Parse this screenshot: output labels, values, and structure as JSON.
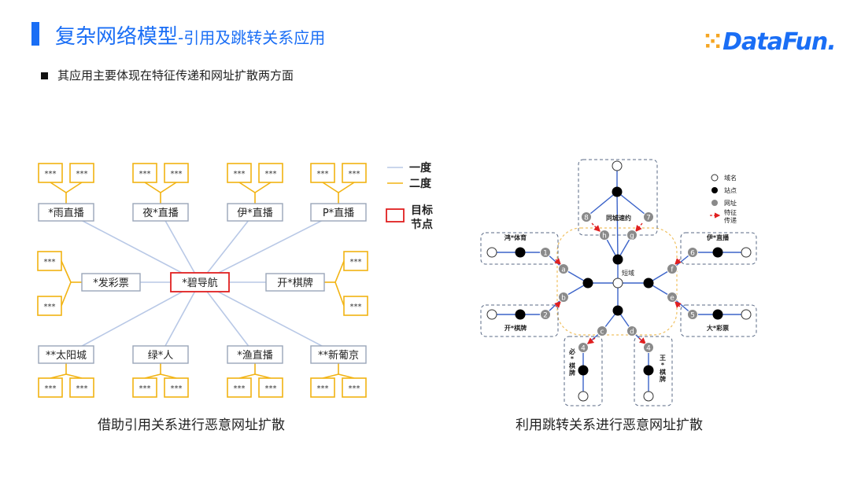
{
  "header": {
    "title_main": "复杂网络模型",
    "title_sub": "-引用及跳转关系应用",
    "logo": "DataFun.",
    "bullet": "其应用主要体现在特征传递和网址扩散两方面"
  },
  "left_diagram": {
    "caption": "借助引用关系进行恶意网址扩散",
    "legend": {
      "first_degree": "一度",
      "second_degree": "二度",
      "target_line1": "目标",
      "target_line2": "节点"
    },
    "center": "*碧导航",
    "first_degree_nodes": [
      "*雨直播",
      "夜*直播",
      "伊*直播",
      "P*直播",
      "*发彩票",
      "开*棋牌",
      "**太阳城",
      "绿*人",
      "*渔直播",
      "**新葡京"
    ],
    "leaf_label": "***",
    "colors": {
      "first": "#b8c8e6",
      "second": "#f2b312",
      "target": "#e02020",
      "box": "#9aa6b8"
    }
  },
  "right_diagram": {
    "caption": "利用跳转关系进行恶意网址扩散",
    "center_label": "短域",
    "legend": {
      "domain": "域名",
      "site": "站点",
      "url": "网址",
      "feature_line1": "特征",
      "feature_line2": "传递"
    },
    "clusters": [
      "同城速约",
      "鸿*体育",
      "伊*直播",
      "开*棋牌",
      "大*彩票",
      "必*棋牌",
      "王*棋牌"
    ],
    "node_letters": [
      "h",
      "g",
      "a",
      "b",
      "f",
      "e",
      "c",
      "d"
    ],
    "node_numbers": [
      "8",
      "7",
      "1",
      "2",
      "6",
      "5",
      "4",
      "4"
    ],
    "colors": {
      "edge": "#3b63c9",
      "site": "#000000",
      "url": "#8a8a8a",
      "arrow": "#e02020",
      "cluster": "#5a6a86",
      "ring": "#f0c060"
    }
  }
}
